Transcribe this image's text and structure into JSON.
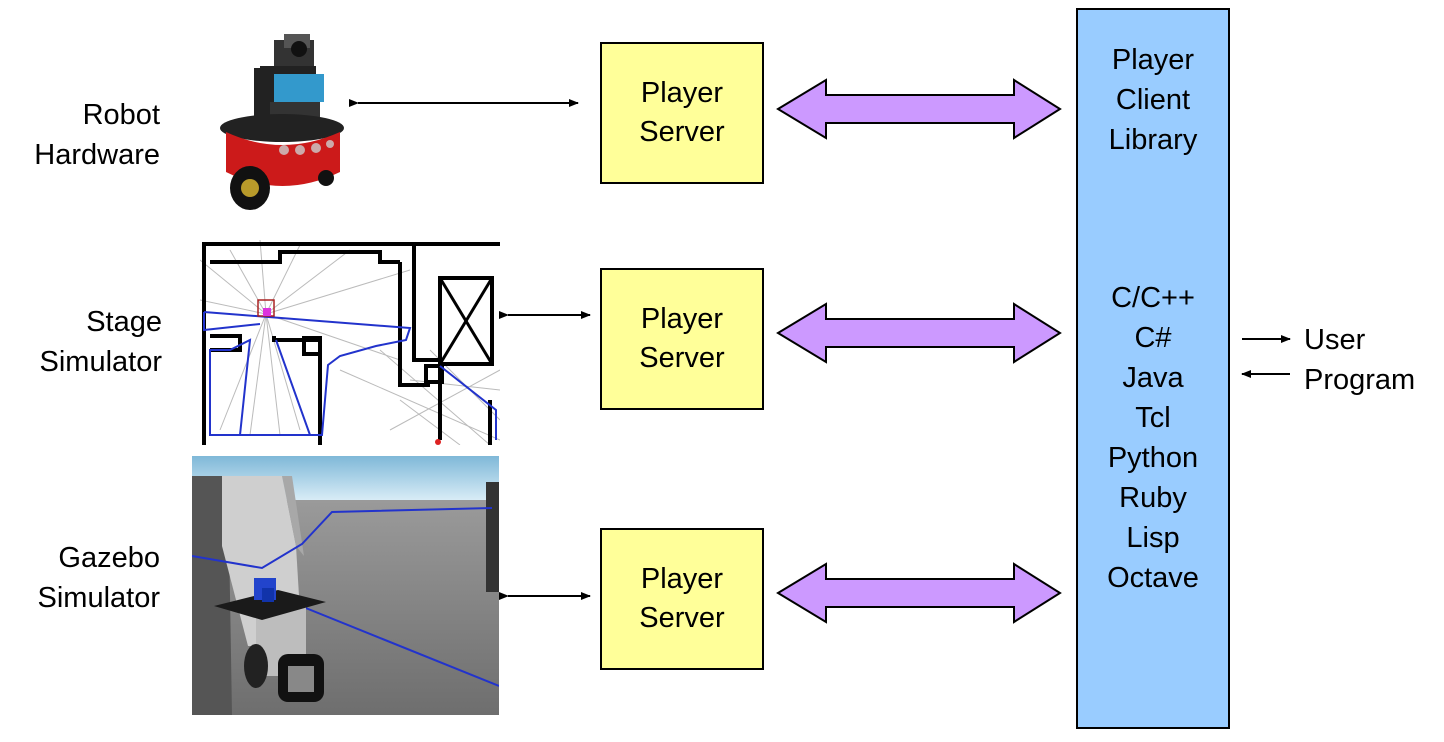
{
  "sources": [
    {
      "line1": "Robot",
      "line2": "Hardware"
    },
    {
      "line1": "Stage",
      "line2": "Simulator"
    },
    {
      "line1": "Gazebo",
      "line2": "Simulator"
    }
  ],
  "server": {
    "line1": "Player",
    "line2": "Server"
  },
  "client": {
    "title": [
      "Player",
      "Client",
      "Library"
    ],
    "languages": [
      "C/C++",
      "C#",
      "Java",
      "Tcl",
      "Python",
      "Ruby",
      "Lisp",
      "Octave"
    ]
  },
  "user_program": {
    "line1": "User",
    "line2": "Program"
  },
  "colors": {
    "server_fill": "#ffff99",
    "client_fill": "#99ccff",
    "arrow_fill": "#cc99ff"
  }
}
